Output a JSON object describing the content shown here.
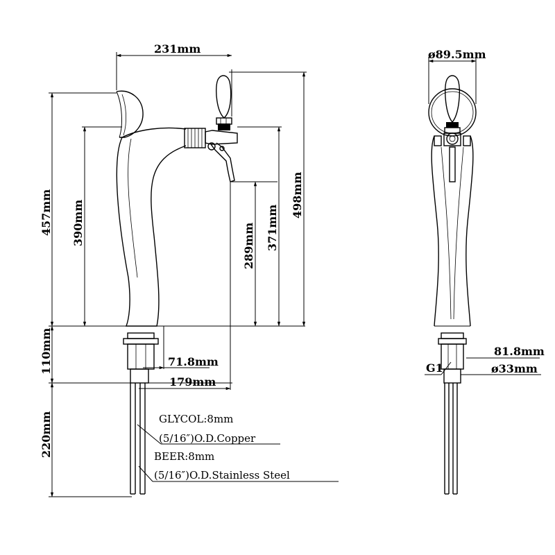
{
  "dimensions": {
    "spout_reach": "231mm",
    "total_height": "457mm",
    "body_height": "390mm",
    "handle_height": "498mm",
    "spout_height": "371mm",
    "spout_outlet_height": "289mm",
    "base_height": "110mm",
    "shank_offset": "71.8mm",
    "spout_offset": "179mm",
    "line_length": "220mm",
    "top_diameter": "ø89.5mm",
    "base_width": "81.8mm",
    "shank_diameter": "ø33mm",
    "thread": "G1"
  },
  "notes": {
    "glycol": "GLYCOL:8mm",
    "glycol_tube": "(5/16″)O.D.Copper",
    "beer": "BEER:8mm",
    "beer_tube": "(5/16″)O.D.Stainless Steel"
  }
}
